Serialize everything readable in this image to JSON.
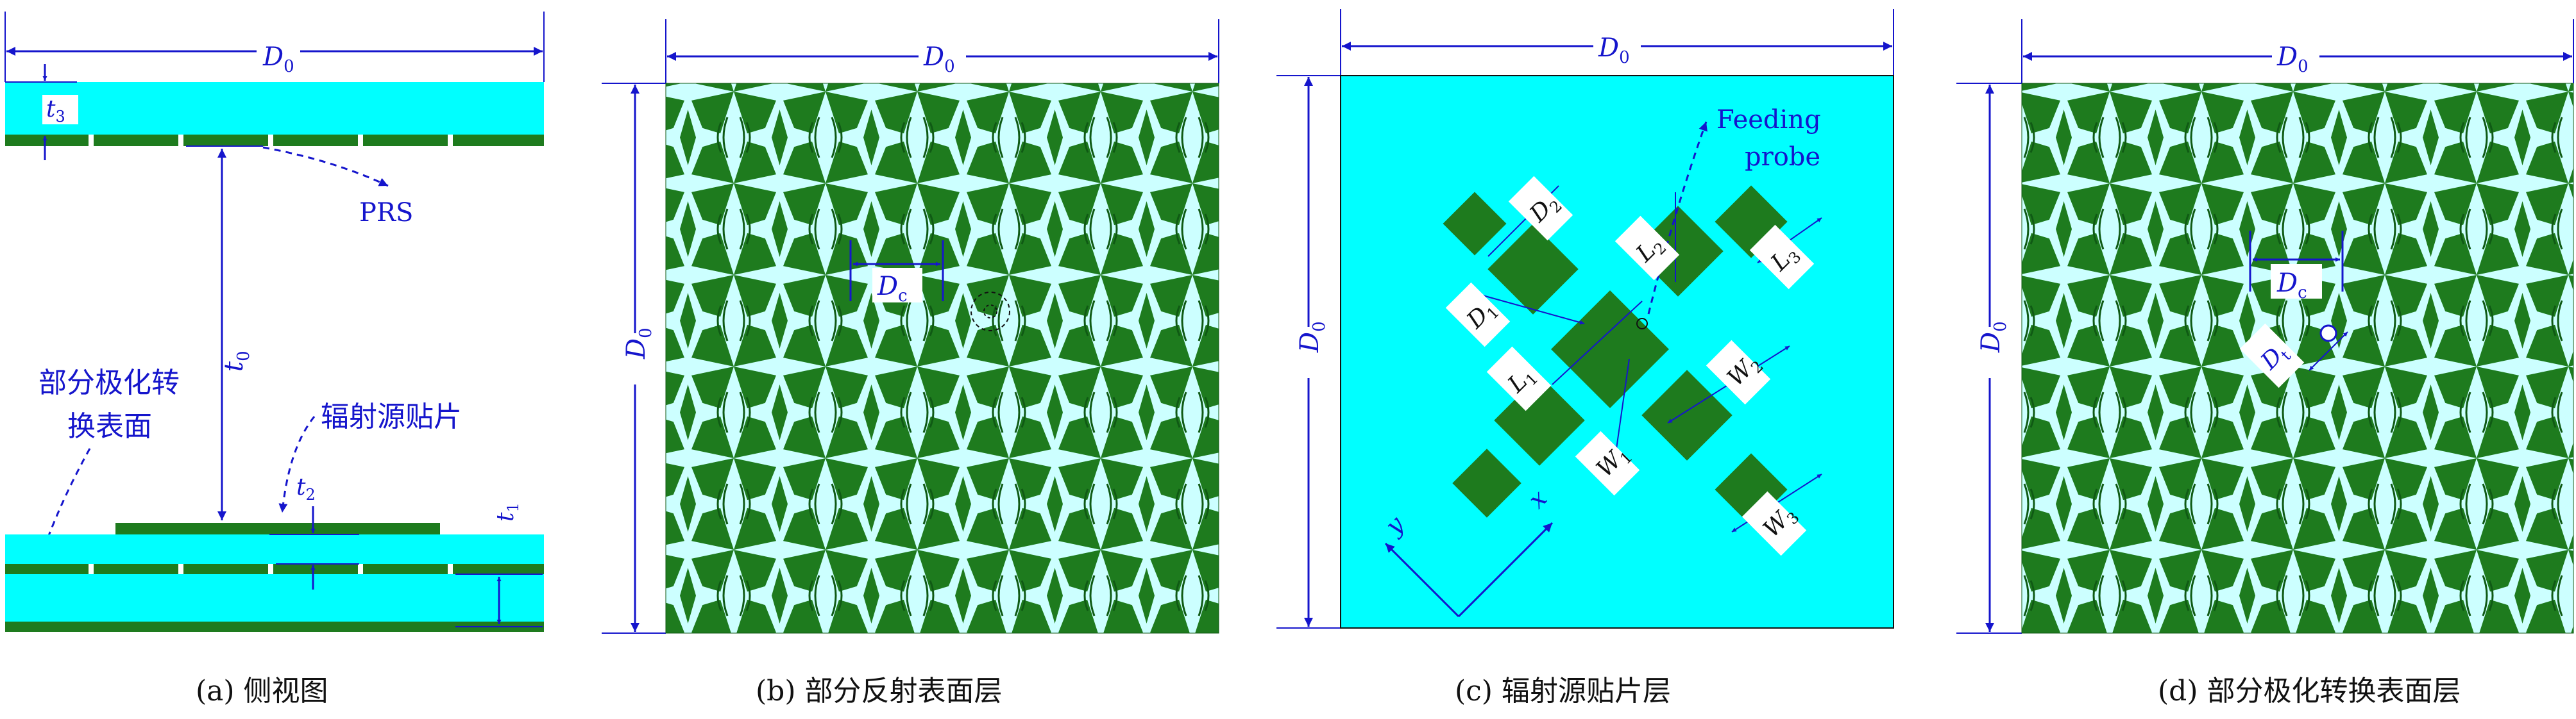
{
  "colors": {
    "substrate": "#00FFFF",
    "light_cyan": "#CCFFFF",
    "patch_green": "#1E7B1E",
    "dark_green": "#0F5A14",
    "annotation_blue": "#1515CC",
    "label_box": "#FFFFFF"
  },
  "panel_a": {
    "caption": "(a) 侧视图",
    "dim_D0": {
      "main": "D",
      "sub": "0"
    },
    "dim_t3": {
      "main": "t",
      "sub": "3"
    },
    "dim_t0": {
      "main": "t",
      "sub": "0"
    },
    "dim_t2": {
      "main": "t",
      "sub": "2"
    },
    "dim_t1": {
      "main": "t",
      "sub": "1"
    },
    "label_prs": "PRS",
    "label_pcs_line1": "部分极化转",
    "label_pcs_line2": "换表面",
    "label_radiator": "辐射源贴片"
  },
  "panel_b": {
    "caption": "(b) 部分反射表面层",
    "dim_D0_top": {
      "main": "D",
      "sub": "0"
    },
    "dim_D0_left": {
      "main": "D",
      "sub": "0"
    },
    "dim_Dc": {
      "main": "D",
      "sub": "c"
    }
  },
  "panel_c": {
    "caption": "(c) 辐射源贴片层",
    "dim_D0_top": {
      "main": "D",
      "sub": "0"
    },
    "dim_D0_left": {
      "main": "D",
      "sub": "0"
    },
    "probe_line1": "Feeding",
    "probe_line2": "probe",
    "labels": [
      {
        "key": "D2",
        "main": "D",
        "sub": "2"
      },
      {
        "key": "L2",
        "main": "L",
        "sub": "2"
      },
      {
        "key": "L3",
        "main": "L",
        "sub": "3"
      },
      {
        "key": "D1",
        "main": "D",
        "sub": "1"
      },
      {
        "key": "L1",
        "main": "L",
        "sub": "1"
      },
      {
        "key": "W2",
        "main": "W",
        "sub": "2"
      },
      {
        "key": "W1",
        "main": "W",
        "sub": "1"
      },
      {
        "key": "W3",
        "main": "W",
        "sub": "3"
      }
    ],
    "axis_x": "x",
    "axis_y": "y"
  },
  "panel_d": {
    "caption": "(d) 部分极化转换表面层",
    "dim_D0_top": {
      "main": "D",
      "sub": "0"
    },
    "dim_D0_left": {
      "main": "D",
      "sub": "0"
    },
    "dim_Dc": {
      "main": "D",
      "sub": "c"
    },
    "dim_Dt": {
      "main": "D",
      "sub": "t"
    }
  }
}
